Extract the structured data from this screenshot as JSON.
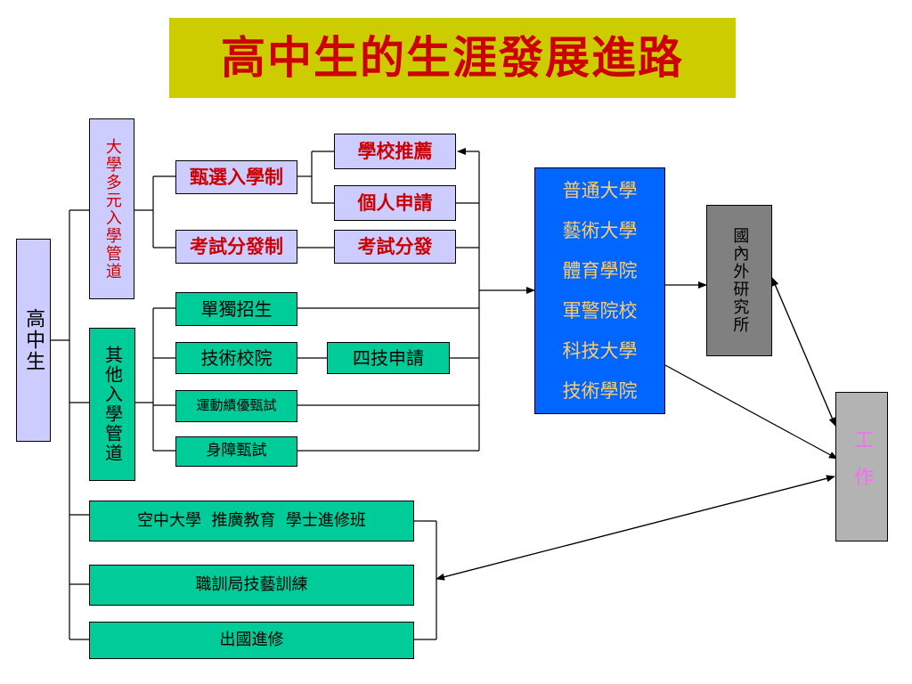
{
  "title": "高中生的生涯發展進路",
  "student": "高中生",
  "multi_admission": "大學多元入學管道",
  "other_admission": "其他入學管道",
  "selection_system": "甄選入學制",
  "school_recommend": "學校推薦",
  "personal_apply": "個人申請",
  "exam_system": "考試分發制",
  "exam_assign": "考試分發",
  "independent_enroll": "單獨招生",
  "tech_college": "技術校院",
  "four_year_tech": "四技申請",
  "sports_exam": "運動績優甄試",
  "disability_exam": "身障甄試",
  "open_univ": "空中大學  推廣教育  學士進修班",
  "vocational_training": "職訓局技藝訓練",
  "study_abroad": "出國進修",
  "institutions": [
    "普通大學",
    "藝術大學",
    "體育學院",
    "軍警院校",
    "科技大學",
    "技術學院"
  ],
  "graduate": "國內外研究所",
  "work": "工作"
}
